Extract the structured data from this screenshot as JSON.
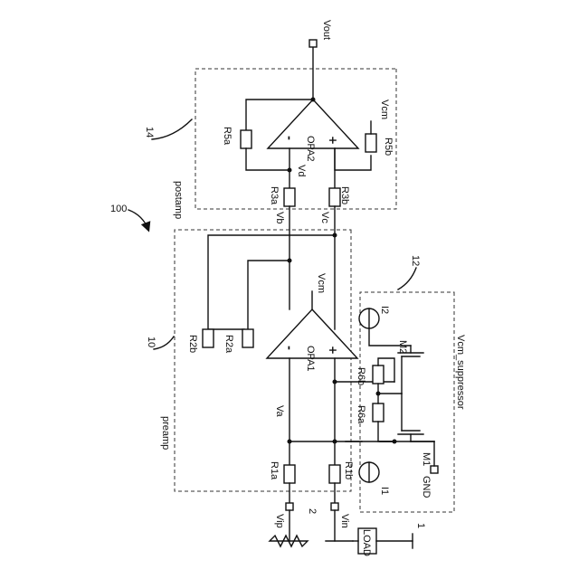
{
  "figure_number": "100",
  "blocks": {
    "preamp": {
      "number": "10",
      "name": "preamp"
    },
    "postamp": {
      "number": "14",
      "name": "postamp"
    },
    "suppressor": {
      "number": "12",
      "name": "Vcm_suppressor"
    }
  },
  "terminals": {
    "vout": "Vout",
    "vip": "Vip",
    "vin": "Vin",
    "gnd": "GND"
  },
  "amplifiers": {
    "opa1": "OPA1",
    "opa2": "OPA2",
    "minus": "-",
    "plus": "+"
  },
  "resistors": {
    "r1a": "R1a",
    "r1b": "R1b",
    "r2a": "R2a",
    "r2b": "R2b",
    "r3a": "R3a",
    "r3b": "R3b",
    "r5a": "R5a",
    "r5b": "R5b",
    "r6a": "R6a",
    "r6b": "R6b"
  },
  "nodes": {
    "va": "Va",
    "vb": "Vb",
    "vc": "Vc",
    "vd": "Vd",
    "vcm": "Vcm"
  },
  "transistors": {
    "m1": "M1",
    "m2": "M2"
  },
  "sources": {
    "i1": "I1",
    "i2": "I2"
  },
  "load": {
    "label": "LOAD",
    "number": "1",
    "sensor_number": "2"
  }
}
